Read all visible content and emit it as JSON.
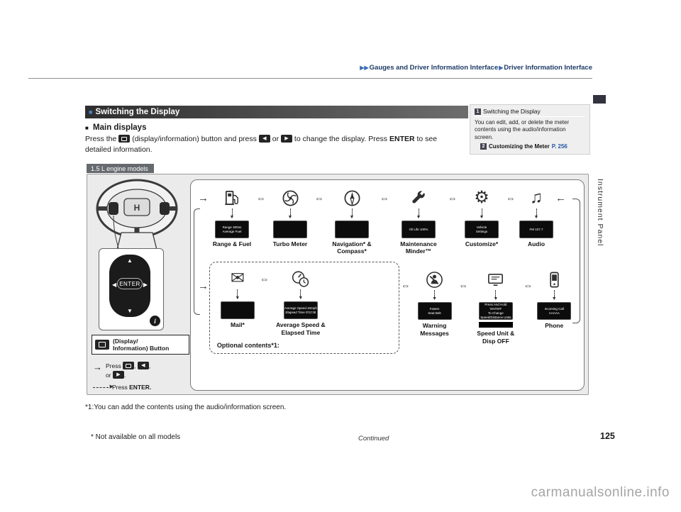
{
  "page": {
    "breadcrumb": {
      "sep1": "▶▶",
      "part1": "Gauges and Driver Information Interface",
      "sep2": "▶",
      "part2": "Driver Information Interface"
    },
    "side_tab_label": "Instrument Panel",
    "footnote1": "*1:You can add the contents using the audio/information screen.",
    "footnote2": "* Not available on all models",
    "continued": "Continued",
    "page_number": "125",
    "watermark": "carmanualsonline.info"
  },
  "section": {
    "marker": "■",
    "title": "Switching the Display",
    "subheading_marker": "■",
    "subheading": "Main displays",
    "intro": {
      "seg1": "Press the",
      "seg2": "(display/information) button and press",
      "seg3": "or",
      "seg4": "to change the display. Press",
      "enter": "ENTER",
      "seg5": "to see detailed information."
    }
  },
  "note_box": {
    "ref1": "1",
    "header": "Switching the Display",
    "body": "You can edit, add, or delete the meter contents using the audio/information screen.",
    "ref2": "2",
    "link": "Customizing the Meter",
    "page_ref": "P. 256"
  },
  "diagram": {
    "models_tab": "1.5 L engine models",
    "enter_button": "ENTER",
    "display_button_label1": "(Display/",
    "display_button_label2": "Information) Button",
    "optional_caption": "Optional contents*1:",
    "legend": {
      "press1": "Press",
      "comma1": ",",
      "comma2": ",",
      "or": "or",
      "period": ".",
      "press2": "Press",
      "enter": "ENTER."
    },
    "top_row": [
      {
        "label1": "Range & Fuel",
        "label2": "",
        "thumb": "Range 300mi\nAverage Fuel"
      },
      {
        "label1": "Turbo Meter",
        "label2": "",
        "thumb": ""
      },
      {
        "label1": "Navigation* &",
        "label2": "Compass*",
        "thumb": ""
      },
      {
        "label1": "Maintenance",
        "label2": "Minder™",
        "thumb": "Oil Life 100%"
      },
      {
        "label1": "Customize*",
        "label2": "",
        "thumb": "Vehicle\nSettings"
      },
      {
        "label1": "Audio",
        "label2": "",
        "thumb": "FM 107.7"
      }
    ],
    "bottom_row": [
      {
        "label1": "Mail*",
        "label2": "",
        "thumb": ""
      },
      {
        "label1": "Average Speed &",
        "label2": "Elapsed Time",
        "thumb": "Average Speed 40mph\nElapsed Time 0'01'38"
      },
      {
        "label1": "Warning",
        "label2": "Messages",
        "thumb": "Fasten\nSeat Belt"
      },
      {
        "label1": "Speed Unit &",
        "label2": "Disp OFF",
        "thumb": "Press And Hold 'ENTER'\nTo Change\nSpeed/Distance Units"
      },
      {
        "label1": "Phone",
        "label2": "",
        "thumb": "Incoming Call\nAAAAA"
      }
    ]
  },
  "icons": {
    "swap_arrow": "⇔",
    "flow_in_arrow": "→",
    "flow_out_arrow": "←",
    "up_tri": "▲",
    "down_tri": "▼",
    "left_tri": "◀",
    "right_tri": "▶",
    "gear": "⚙",
    "music": "♫",
    "mail": "✉",
    "info": "i",
    "legend_arrow": "→"
  }
}
